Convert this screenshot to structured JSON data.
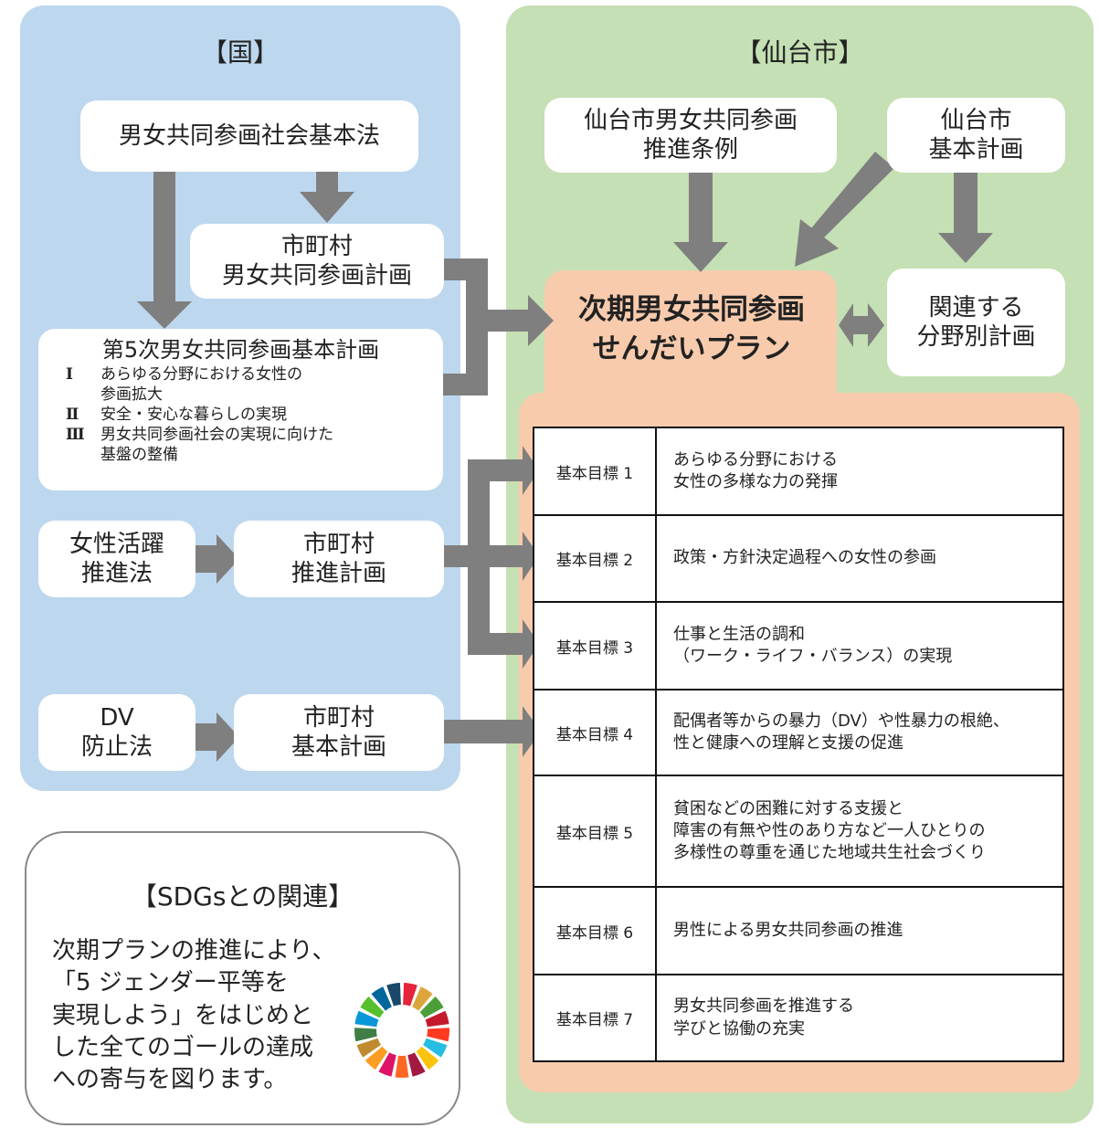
{
  "national": {
    "header": "【国】",
    "basic_law": "男女共同参画社会基本法",
    "municipal_plan": [
      "市町村",
      "男女共同参画計画"
    ],
    "fifth_plan": {
      "title": "第5次男女共同参画基本計画",
      "items": [
        {
          "num": "Ⅰ",
          "lines": [
            "あらゆる分野における女性の",
            "参画拡大"
          ]
        },
        {
          "num": "Ⅱ",
          "lines": [
            "安全・安心な暮らしの実現"
          ]
        },
        {
          "num": "Ⅲ",
          "lines": [
            "男女共同参画社会の実現に向けた",
            "基盤の整備"
          ]
        }
      ]
    },
    "women_act": [
      "女性活躍",
      "推進法"
    ],
    "women_plan": [
      "市町村",
      "推進計画"
    ],
    "dv_act": [
      "DV",
      "防止法"
    ],
    "dv_plan": [
      "市町村",
      "基本計画"
    ]
  },
  "sendai": {
    "header": "【仙台市】",
    "ordinance": [
      "仙台市男女共同参画",
      "推進条例"
    ],
    "city_plan": [
      "仙台市",
      "基本計画"
    ],
    "related": [
      "関連する",
      "分野別計画"
    ],
    "plan_title": [
      "次期男女共同参画",
      "せんだいプラン"
    ],
    "goals": [
      {
        "label": "基本目標 1",
        "lines": [
          "あらゆる分野における",
          "女性の多様な力の発揮"
        ]
      },
      {
        "label": "基本目標 2",
        "lines": [
          "政策・方針決定過程への女性の参画"
        ]
      },
      {
        "label": "基本目標 3",
        "lines": [
          "仕事と生活の調和",
          "（ワーク・ライフ・バランス）の実現"
        ]
      },
      {
        "label": "基本目標 4",
        "lines": [
          "配偶者等からの暴力（DV）や性暴力の根絶、",
          "性と健康への理解と支援の促進"
        ]
      },
      {
        "label": "基本目標 5",
        "lines": [
          "貧困などの困難に対する支援と",
          "障害の有無や性のあり方など一人ひとりの",
          "多様性の尊重を通じた地域共生社会づくり"
        ]
      },
      {
        "label": "基本目標 6",
        "lines": [
          "男性による男女共同参画の推進"
        ]
      },
      {
        "label": "基本目標 7",
        "lines": [
          "男女共同参画を推進する",
          "学びと協働の充実"
        ]
      }
    ]
  },
  "sdgs": {
    "title": "【SDGsとの関連】",
    "lines": [
      "次期プランの推進により、",
      "「5 ジェンダー平等を",
      "実現しよう」をはじめと",
      "した全てのゴールの達成",
      "への寄与を図ります。"
    ],
    "wheel_colors": [
      "#e5243b",
      "#dda63a",
      "#4c9f38",
      "#c5192d",
      "#ff3a21",
      "#26bde2",
      "#fcc30b",
      "#a21942",
      "#fd6925",
      "#dd1367",
      "#fd9d24",
      "#bf8b2e",
      "#3f7e44",
      "#0a97d9",
      "#56c02b",
      "#00689d",
      "#19486a"
    ]
  },
  "colors": {
    "national_bg": "#bdd7ee",
    "sendai_bg": "#c5e0b4",
    "plan_bg": "#f8cbad",
    "arrow": "#7f7f7f"
  }
}
